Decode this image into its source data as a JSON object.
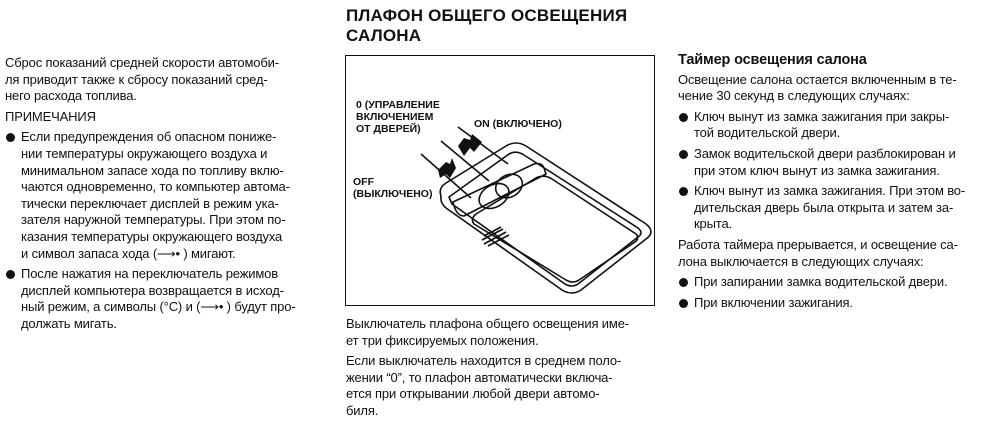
{
  "left": {
    "intro": "Сброс показаний средней скорости автомоби-\nля приводит также к сбросу показаний сред-\nнего расхода топлива.",
    "notes_heading": "ПРИМЕЧАНИЯ",
    "bullets": [
      "Если предупреждения об опасном пониже-\nнии температуры окружающего воздуха и\nминимальном запасе хода по топливу вклю-\nчаются одновременно, то компьютер автома-\nтически переключает дисплей в режим ука-\nзателя наружной температуры. При этом по-\nказания температуры окружающего воздуха\nи символ запаса хода (⟶• ) мигают.",
      "После нажатия на переключатель режимов\nдисплей компьютера возвращается в исход-\nный режим, а символы (°C) и (⟶• ) будут про-\nдолжать мигать."
    ]
  },
  "middle": {
    "title": "ПЛАФОН ОБЩЕГО ОСВЕЩЕНИЯ\nСАЛОНА",
    "figure": {
      "label_door": "0 (УПРАВЛЕНИЕ\nВКЛЮЧЕНИЕМ\nОТ ДВЕРЕЙ)",
      "label_on": "ON (ВКЛЮЧЕНО)",
      "label_off": "OFF\n(ВЫКЛЮЧЕНО)"
    },
    "caption1": "Выключатель плафона общего освещения име-\nет три фиксируемых положения.",
    "caption2": "Если выключатель находится в среднем поло-\nжении “0”, то плафон автоматически включа-\nется при открывании любой двери автомо-\nбиля."
  },
  "right": {
    "heading": "Таймер освещения салона",
    "intro": "Освещение салона остается включенным в те-\nчение 30 секунд в следующих случаях:",
    "bullets1": [
      "Ключ вынут из замка зажигания при закры-\nтой водительской двери.",
      "Замок водительской двери разблокирован и\nпри этом ключ вынут из замка зажигания.",
      "Ключ вынут из замка зажигания. При этом во-\nдительская дверь была открыта и затем за-\nкрыта."
    ],
    "interrupt": "Работа таймера прерывается, и освещение са-\nлона выключается в следующих случаях:",
    "bullets2": [
      "При запирании замка водительской двери.",
      "При включении зажигания."
    ]
  }
}
